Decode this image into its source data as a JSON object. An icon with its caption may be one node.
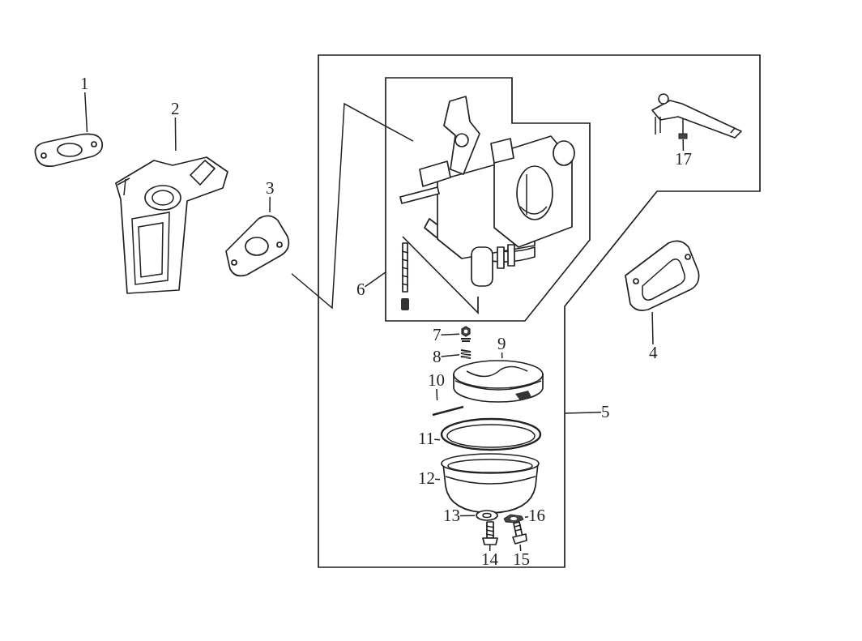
{
  "diagram": {
    "nodes": [
      {
        "text": [
          "1"
        ]
      },
      {
        "text": [],
        "shape": "picture"
      },
      {
        "text": [
          "2"
        ]
      },
      {
        "text": [],
        "shape": "picture"
      },
      {
        "text": [
          "3"
        ]
      },
      {
        "text": [],
        "shape": "picture"
      },
      {
        "text": [
          "4"
        ]
      },
      {
        "text": [],
        "shape": "picture"
      },
      {
        "text": [
          "5"
        ]
      },
      {
        "text": [],
        "shape": "box"
      },
      {
        "text": [
          "6"
        ],
        "in": 9
      },
      {
        "text": [],
        "shape": "box",
        "in": 9
      },
      {
        "text": [],
        "shape": "picture",
        "in": 11
      },
      {
        "text": [],
        "shape": "picture",
        "in": 11
      },
      {
        "text": [
          "7"
        ],
        "in": 9
      },
      {
        "text": [],
        "shape": "picture",
        "in": 9
      },
      {
        "text": [
          "8"
        ],
        "in": 9
      },
      {
        "text": [],
        "shape": "picture",
        "in": 9
      },
      {
        "text": [
          "9"
        ],
        "in": 9
      },
      {
        "text": [],
        "shape": "picture",
        "in": 9
      },
      {
        "text": [
          "10"
        ],
        "in": 9
      },
      {
        "text": [],
        "shape": "picture",
        "in": 9
      },
      {
        "text": [
          "11"
        ],
        "in": 9
      },
      {
        "text": [],
        "shape": "picture",
        "in": 9
      },
      {
        "text": [
          "12"
        ],
        "in": 9
      },
      {
        "text": [],
        "shape": "picture",
        "in": 9
      },
      {
        "text": [
          "13"
        ],
        "in": 9
      },
      {
        "text": [],
        "shape": "picture",
        "in": 9
      },
      {
        "text": [
          "14"
        ],
        "in": 9
      },
      {
        "text": [],
        "shape": "picture",
        "in": 9
      },
      {
        "text": [
          "15"
        ],
        "in": 9
      },
      {
        "text": [],
        "shape": "picture",
        "in": 9
      },
      {
        "text": [
          "16"
        ],
        "in": 9
      },
      {
        "text": [],
        "shape": "picture",
        "in": 9
      },
      {
        "text": [
          "17"
        ],
        "in": 9
      },
      {
        "text": [],
        "shape": "picture",
        "in": 9
      }
    ],
    "edges": [
      {
        "from": 0,
        "to": 1,
        "arrow": "none"
      },
      {
        "from": 2,
        "to": 3,
        "arrow": "none"
      },
      {
        "from": 4,
        "to": 5,
        "arrow": "none"
      },
      {
        "from": 6,
        "to": 7,
        "arrow": "none"
      },
      {
        "from": 8,
        "to": 9,
        "arrow": "none"
      },
      {
        "from": 10,
        "to": 11,
        "arrow": "none"
      },
      {
        "from": 5,
        "to": 12,
        "arrow": "none"
      },
      {
        "from": 14,
        "to": 15,
        "arrow": "none"
      },
      {
        "from": 16,
        "to": 17,
        "arrow": "none"
      },
      {
        "from": 18,
        "to": 19,
        "arrow": "none"
      },
      {
        "from": 20,
        "to": 21,
        "arrow": "none"
      },
      {
        "from": 22,
        "to": 23,
        "arrow": "none"
      },
      {
        "from": 24,
        "to": 25,
        "arrow": "none"
      },
      {
        "from": 26,
        "to": 27,
        "arrow": "none"
      },
      {
        "from": 28,
        "to": 29,
        "arrow": "none"
      },
      {
        "from": 30,
        "to": 31,
        "arrow": "none"
      },
      {
        "from": 32,
        "to": 33,
        "arrow": "none"
      },
      {
        "from": 34,
        "to": 35,
        "arrow": "none"
      }
    ]
  }
}
